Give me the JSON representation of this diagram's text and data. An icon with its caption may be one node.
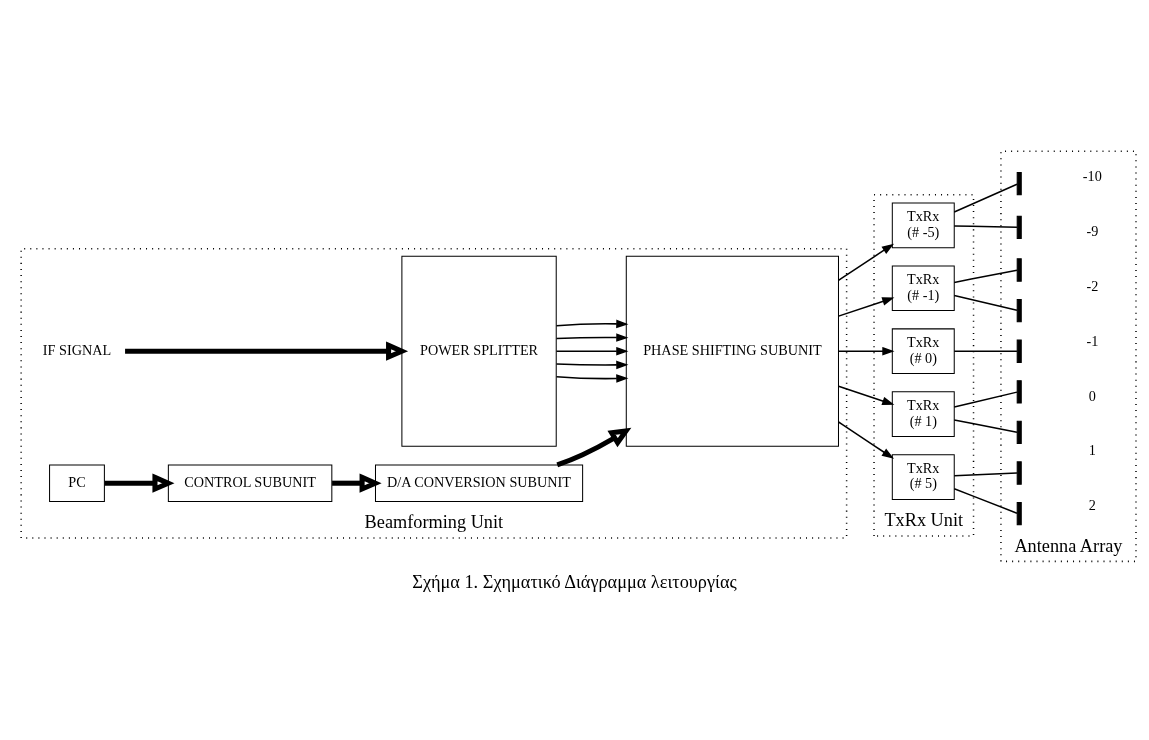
{
  "diagram": {
    "caption": "Σχήμα 1. Σχηματικό Διάγραμμα λειτουργίας",
    "nodes": [
      {
        "text": [
          "Beamforming Unit"
        ]
      },
      {
        "text": [
          "TxRx Unit"
        ]
      },
      {
        "text": [
          "Antenna Array"
        ]
      },
      {
        "text": [
          "IF SIGNAL"
        ],
        "in": 0
      },
      {
        "text": [
          "POWER SPLITTER"
        ],
        "in": 0
      },
      {
        "text": [
          "PHASE SHIFTING SUBUNIT"
        ],
        "in": 0
      },
      {
        "text": [
          "PC"
        ],
        "in": 0
      },
      {
        "text": [
          "CONTROL SUBUNIT"
        ],
        "in": 0
      },
      {
        "text": [
          "D/A CONVERSION SUBUNIT"
        ],
        "in": 0
      },
      {
        "text": [
          "TxRx",
          "(# -5)"
        ],
        "in": 1
      },
      {
        "text": [
          "TxRx",
          "(# -1)"
        ],
        "in": 1
      },
      {
        "text": [
          "TxRx",
          "(# 0)"
        ],
        "in": 1
      },
      {
        "text": [
          "TxRx",
          "(# 1)"
        ],
        "in": 1
      },
      {
        "text": [
          "TxRx",
          "(# 5)"
        ],
        "in": 1
      },
      {
        "text": [],
        "shape": "bar",
        "in": 2
      },
      {
        "text": [],
        "shape": "bar",
        "in": 2
      },
      {
        "text": [],
        "shape": "bar",
        "in": 2
      },
      {
        "text": [],
        "shape": "bar",
        "in": 2
      },
      {
        "text": [],
        "shape": "bar",
        "in": 2
      },
      {
        "text": [],
        "shape": "bar",
        "in": 2
      },
      {
        "text": [],
        "shape": "bar",
        "in": 2
      },
      {
        "text": [],
        "shape": "bar",
        "in": 2
      },
      {
        "text": [],
        "shape": "bar",
        "in": 2
      }
    ],
    "edges": [
      {
        "from": 3,
        "to": 4,
        "arrow": "to",
        "style": "thick"
      },
      {
        "from": 4,
        "to": 5,
        "arrow": "to"
      },
      {
        "from": 4,
        "to": 5,
        "arrow": "to"
      },
      {
        "from": 4,
        "to": 5,
        "arrow": "to"
      },
      {
        "from": 4,
        "to": 5,
        "arrow": "to"
      },
      {
        "from": 4,
        "to": 5,
        "arrow": "to"
      },
      {
        "from": 6,
        "to": 7,
        "arrow": "to",
        "style": "thick"
      },
      {
        "from": 7,
        "to": 8,
        "arrow": "to",
        "style": "thick"
      },
      {
        "from": 8,
        "to": 5,
        "arrow": "to",
        "style": "thick"
      },
      {
        "from": 5,
        "to": 9,
        "arrow": "to"
      },
      {
        "from": 5,
        "to": 10,
        "arrow": "to"
      },
      {
        "from": 5,
        "to": 11,
        "arrow": "to"
      },
      {
        "from": 5,
        "to": 12,
        "arrow": "to"
      },
      {
        "from": 5,
        "to": 13,
        "arrow": "to"
      },
      {
        "from": 9,
        "to": 14,
        "arrow": "none"
      },
      {
        "from": 9,
        "to": 15,
        "arrow": "none"
      },
      {
        "from": 10,
        "to": 16,
        "arrow": "none"
      },
      {
        "from": 10,
        "to": 17,
        "arrow": "none"
      },
      {
        "from": 11,
        "to": 18,
        "arrow": "none"
      },
      {
        "from": 12,
        "to": 19,
        "arrow": "none"
      },
      {
        "from": 12,
        "to": 20,
        "arrow": "none"
      },
      {
        "from": 13,
        "to": 21,
        "arrow": "none"
      },
      {
        "from": 13,
        "to": 22,
        "arrow": "none"
      }
    ],
    "labels": [
      "-10",
      "-9",
      "-2",
      "-1",
      "0",
      "1",
      "2"
    ]
  }
}
